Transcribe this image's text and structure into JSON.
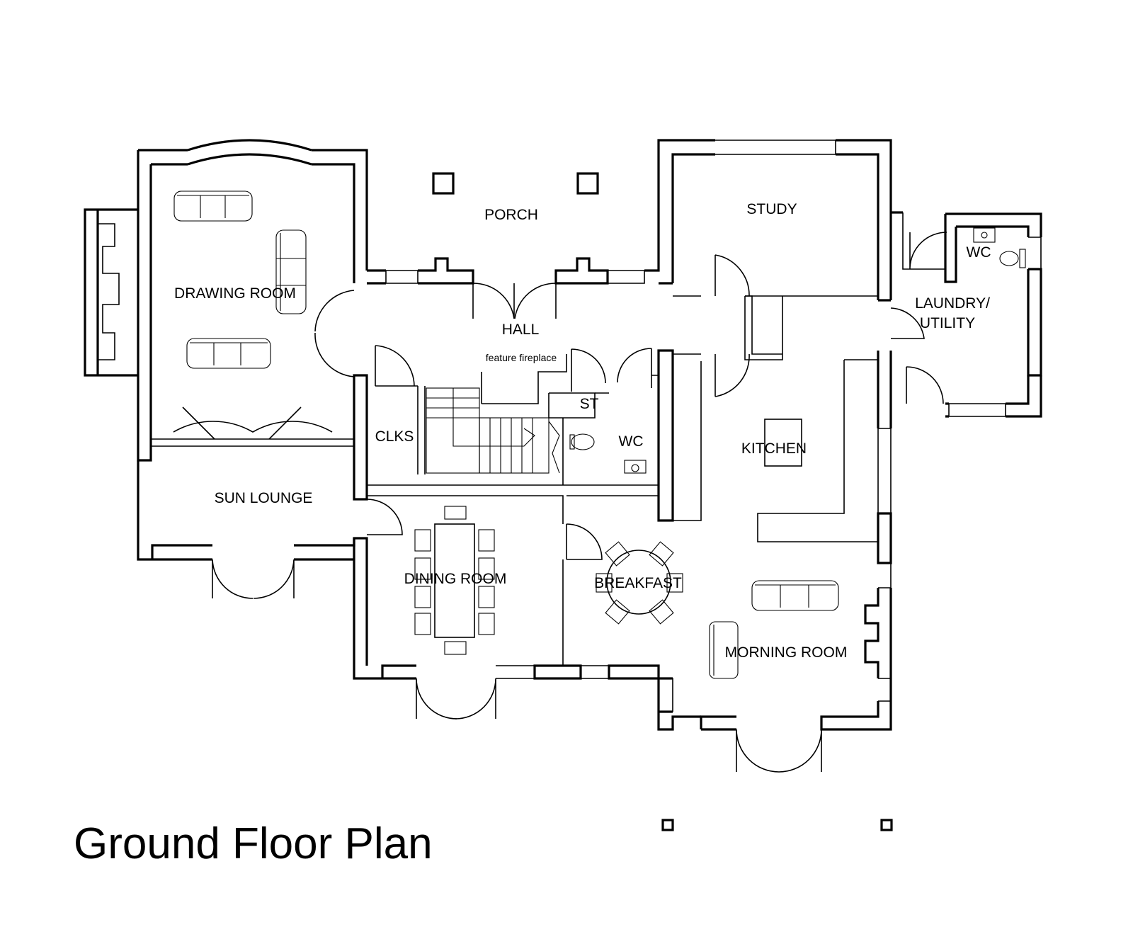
{
  "title": "Ground Floor Plan",
  "rooms": {
    "drawing_room": "DRAWING ROOM",
    "porch": "PORCH",
    "study": "STUDY",
    "wc_utility": "WC",
    "laundry_1": "LAUNDRY/",
    "laundry_2": "UTILITY",
    "hall": "HALL",
    "feature_fireplace": "feature fireplace",
    "st": "ST",
    "clks": "CLKS",
    "wc_hall": "WC",
    "kitchen": "KITCHEN",
    "sun_lounge": "SUN LOUNGE",
    "dining_room": "DINING ROOM",
    "breakfast": "BREAKFAST",
    "morning_room": "MORNING ROOM"
  },
  "colors": {
    "ink": "#000000",
    "paper": "#ffffff"
  }
}
